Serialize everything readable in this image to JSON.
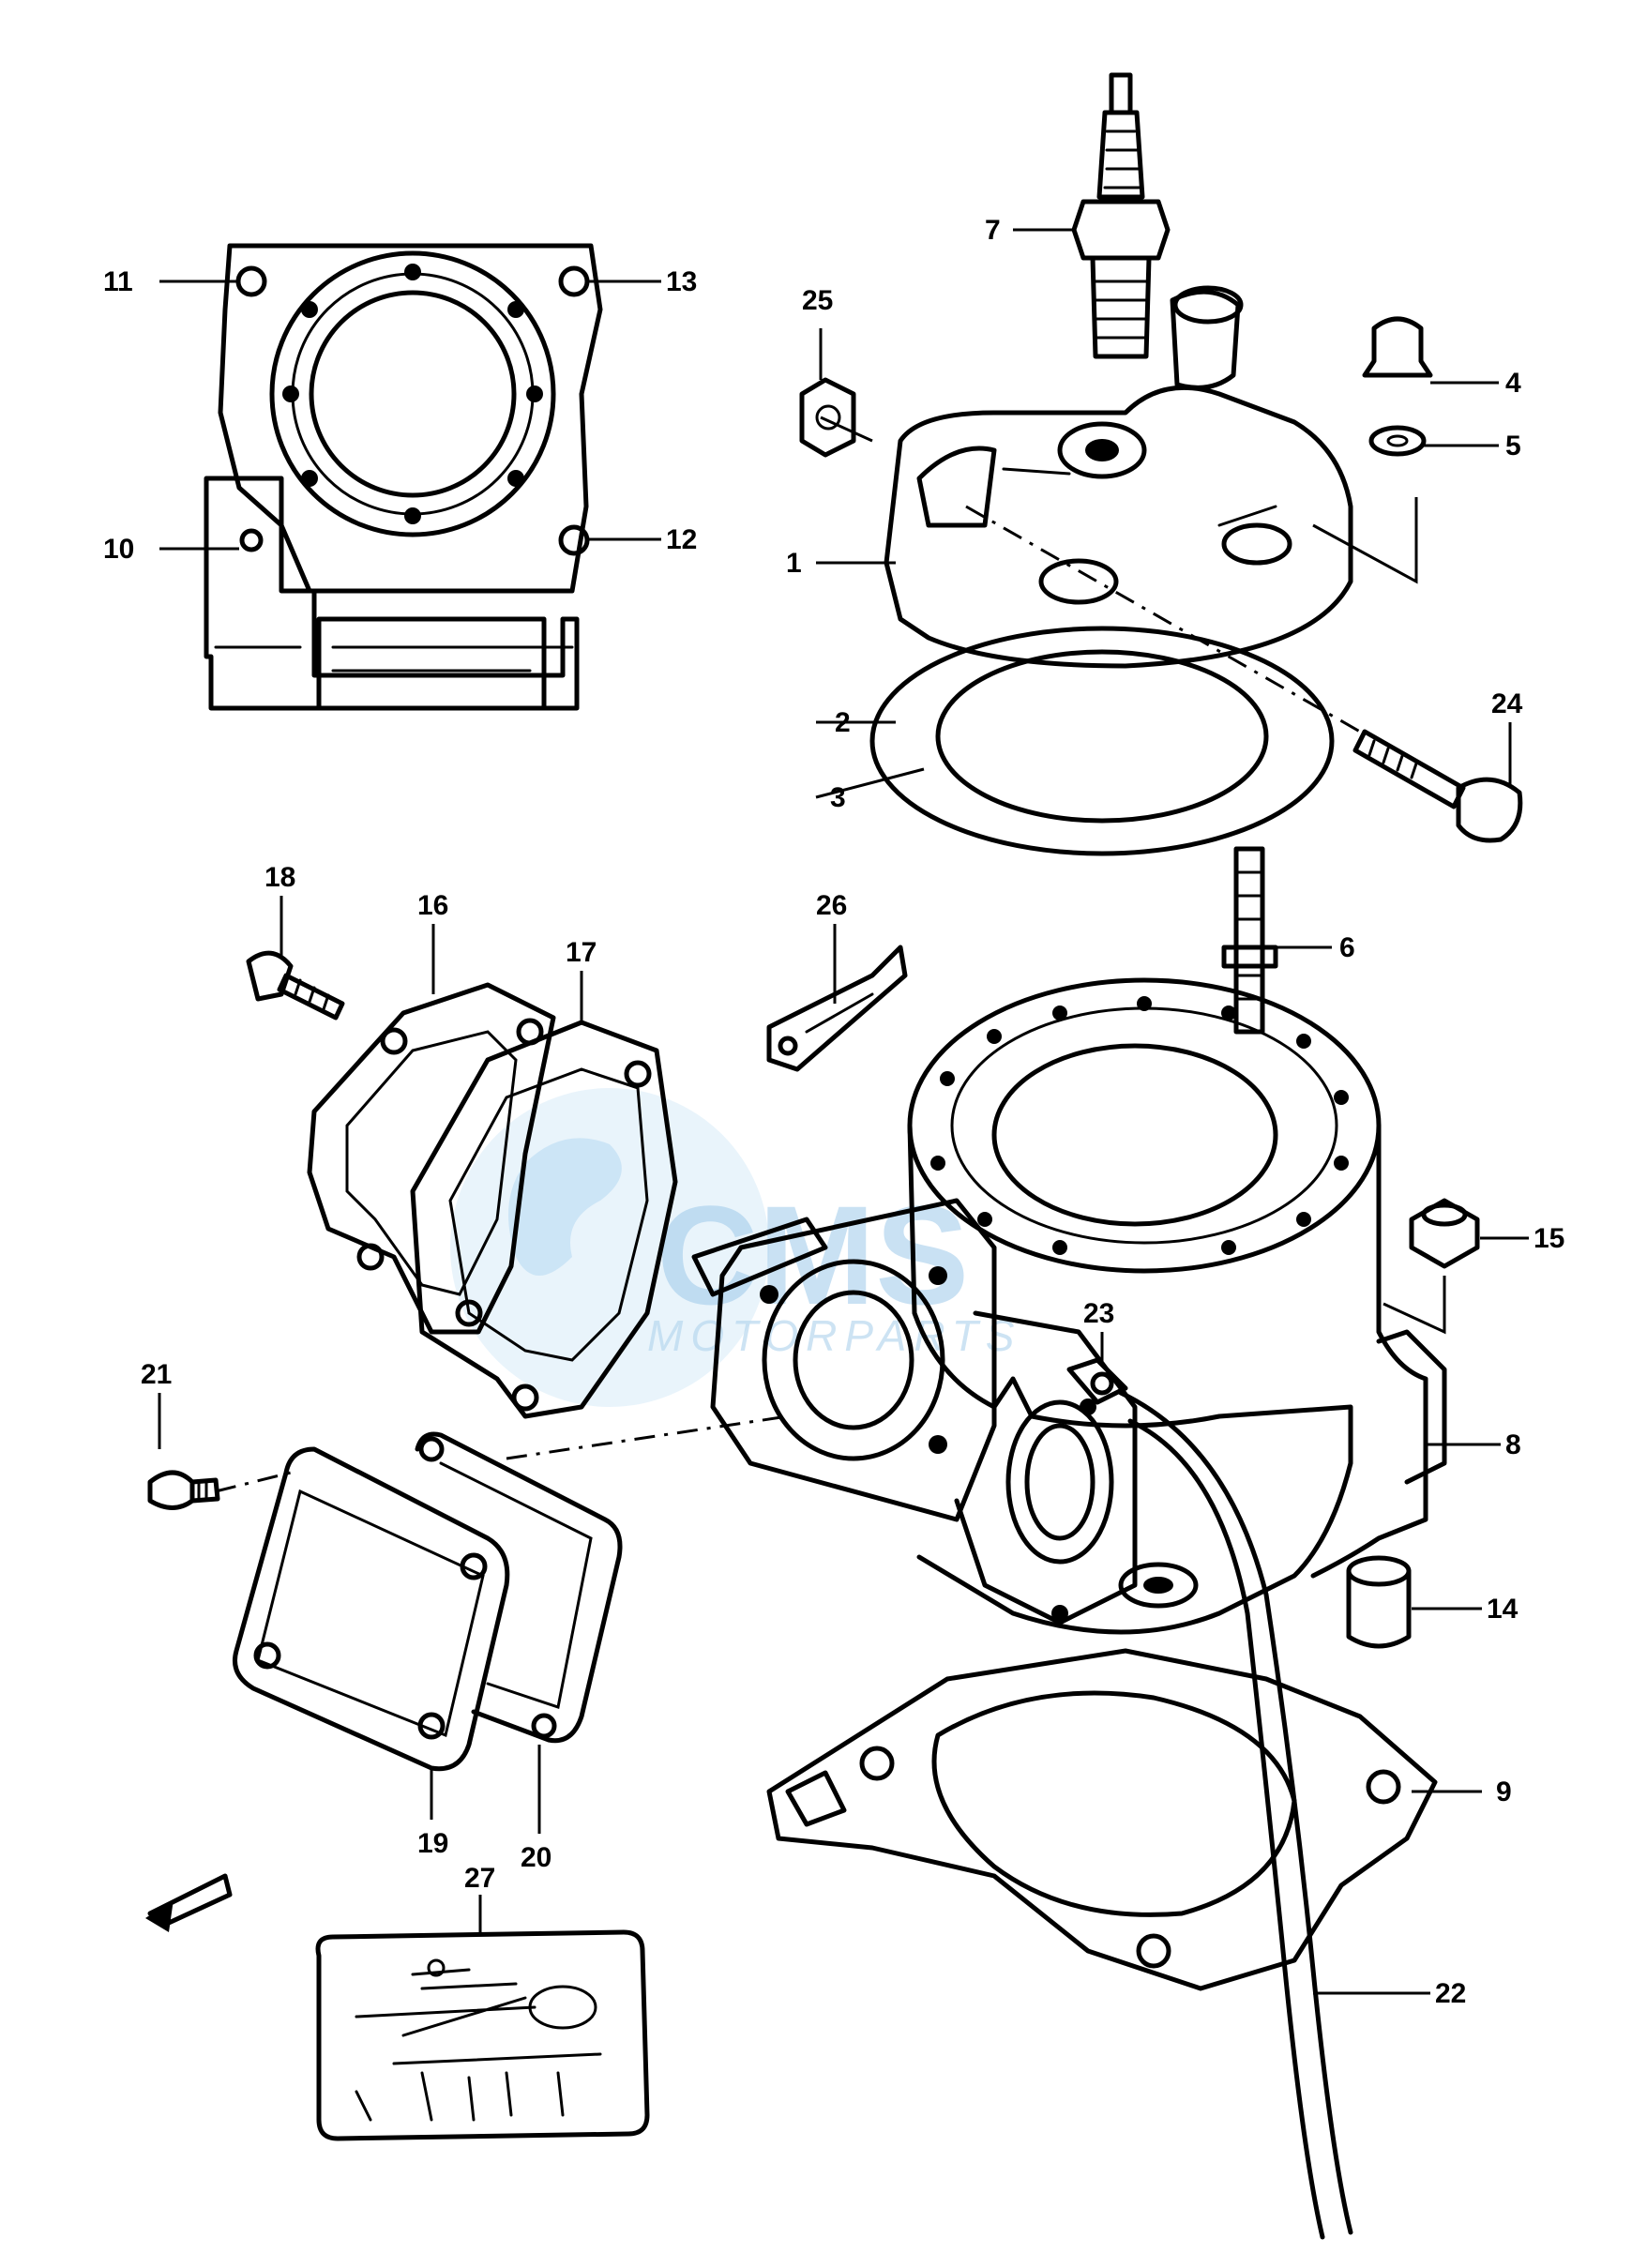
{
  "watermark": {
    "brand": "CMS",
    "tagline": "MOTORPARTS",
    "color": "#9ec9ea"
  },
  "callouts": {
    "c1": "1",
    "c2": "2",
    "c3": "3",
    "c4": "4",
    "c5": "5",
    "c6": "6",
    "c7": "7",
    "c8": "8",
    "c9": "9",
    "c10": "10",
    "c11": "11",
    "c12": "12",
    "c13": "13",
    "c14": "14",
    "c15": "15",
    "c16": "16",
    "c17": "17",
    "c18": "18",
    "c19": "19",
    "c20": "20",
    "c21": "21",
    "c22": "22",
    "c23": "23",
    "c24": "24",
    "c25": "25",
    "c26": "26",
    "c27": "27"
  },
  "icons": {
    "front_arrow": "front-direction-arrow-icon"
  }
}
